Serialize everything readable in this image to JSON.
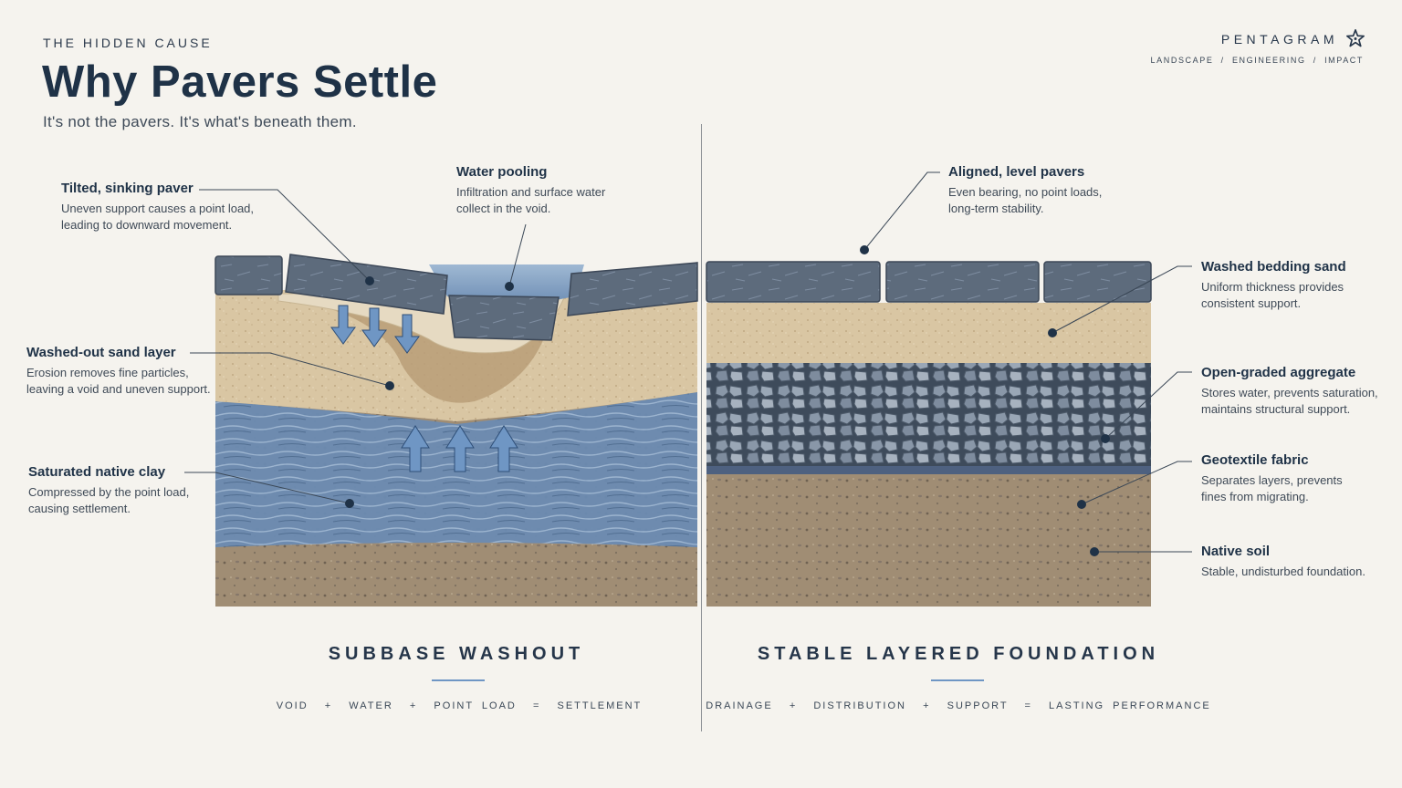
{
  "header": {
    "eyebrow": "THE HIDDEN CAUSE",
    "title": "Why Pavers Settle",
    "subtitle": "It's not the pavers. It's what's beneath them."
  },
  "brand": {
    "name": "PENTAGRAM",
    "tagline": "LANDSCAPE  /  ENGINEERING  /  IMPACT",
    "icon": "star-outline-icon"
  },
  "left_panel": {
    "title": "SUBBASE WASHOUT",
    "formula": "VOID  +  WATER  +  POINT LOAD  =  SETTLEMENT",
    "callouts": {
      "tilted": {
        "title": "Tilted, sinking paver",
        "desc": "Uneven support causes a point load,\nleading to downward movement."
      },
      "water": {
        "title": "Water pooling",
        "desc": "Infiltration and surface water\ncollect in the void."
      },
      "washed": {
        "title": "Washed-out sand layer",
        "desc": "Erosion removes fine particles,\nleaving a void and uneven support."
      },
      "clay": {
        "title": "Saturated native clay",
        "desc": "Compressed by the point load,\ncausing settlement."
      }
    }
  },
  "right_panel": {
    "title": "STABLE LAYERED FOUNDATION",
    "formula": "DRAINAGE  +  DISTRIBUTION  +  SUPPORT  =  LASTING PERFORMANCE",
    "callouts": {
      "aligned": {
        "title": "Aligned, level pavers",
        "desc": "Even bearing, no point loads,\nlong-term stability."
      },
      "sand": {
        "title": "Washed bedding sand",
        "desc": "Uniform thickness provides\nconsistent support."
      },
      "aggregate": {
        "title": "Open-graded aggregate",
        "desc": "Stores water, prevents saturation,\nmaintains structural support."
      },
      "fabric": {
        "title": "Geotextile fabric",
        "desc": "Separates layers, prevents\nfines from migrating."
      },
      "soil": {
        "title": "Native soil",
        "desc": "Stable, undisturbed foundation."
      }
    }
  },
  "colors": {
    "paver": "#5f6f82",
    "sand": "#d8c4a0",
    "water": "#6e8eb4",
    "soil": "#9d8a72",
    "arrow": "#6f96c4",
    "accent": "#6f96c4"
  }
}
